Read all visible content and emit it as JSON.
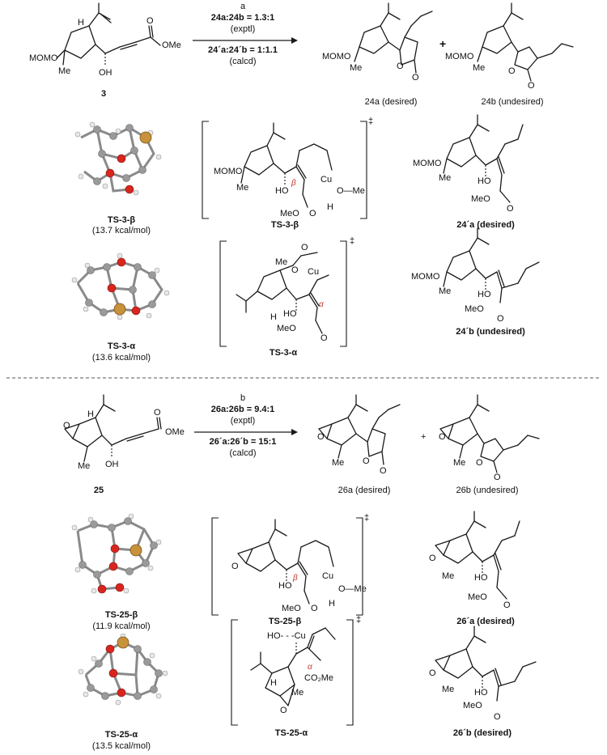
{
  "top": {
    "start_label": "3",
    "step_label": "a",
    "ratio_exptl": "24a:24b = 1.3:1",
    "exptl": "(exptl)",
    "ratio_calcd": "24´a:24´b = 1:1.1",
    "calcd": "(calcd)",
    "plus": "+",
    "product_a": "24a (desired)",
    "product_b": "24b (undesired)",
    "ts_beta_label": "TS-3-β",
    "ts_beta_energy": "(13.7 kcal/mol)",
    "ts_alpha_label": "TS-3-α",
    "ts_alpha_energy": "(13.6 kcal/mol)",
    "int_a": "24´a (desired)",
    "int_b": "24´b (undesired)"
  },
  "bottom": {
    "start_label": "25",
    "step_label": "b",
    "ratio_exptl": "26a:26b = 9.4:1",
    "exptl": "(exptl)",
    "ratio_calcd": "26´a:26´b = 15:1",
    "calcd": "(calcd)",
    "plus": "+",
    "product_a": "26a (desired)",
    "product_b": "26b (undesired)",
    "ts_beta_label": "TS-25-β",
    "ts_beta_energy": "(11.9 kcal/mol)",
    "ts_alpha_label": "TS-25-α",
    "ts_alpha_energy": "(13.5 kcal/mol)",
    "int_a": "26´a (desired)",
    "int_b": "26´b (desired)"
  },
  "atoms": {
    "mom": "MOMO",
    "me": "Me",
    "ome": "OMe",
    "oh": "OH",
    "ho": "HO",
    "o": "O",
    "h": "H",
    "cu": "Cu",
    "meo": "MeO",
    "co2me": "CO₂Me",
    "beta": "β",
    "alpha": "α",
    "dagger": "‡",
    "o_me": "O—Me",
    "ho_cu": "HO- - -Cu"
  },
  "colors": {
    "copper": "#c8923a",
    "oxygen": "#d8261f",
    "carbon": "#9a9a9a",
    "hydrogen": "#f2f2f2",
    "ring_label": "#c0392b"
  }
}
